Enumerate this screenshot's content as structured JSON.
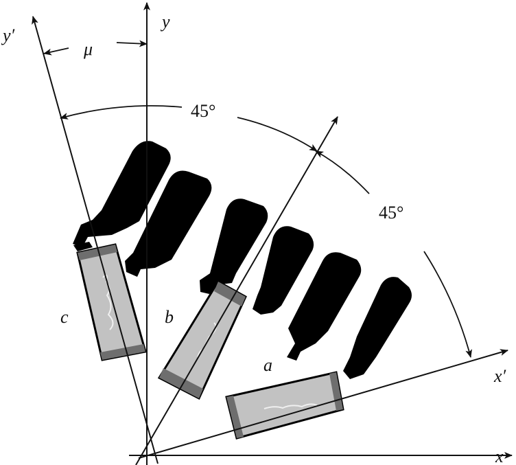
{
  "diagram": {
    "axes": {
      "x": "x",
      "y": "y",
      "x_prime": "x′",
      "y_prime": "y′"
    },
    "angle_mu": "μ",
    "angles": [
      "45°",
      "45°"
    ],
    "gauges": {
      "a": "a",
      "b": "b",
      "c": "c"
    }
  },
  "colors": {
    "ink": "#111111",
    "pad": "#000000",
    "grid_fill": "#c2c2c2",
    "grid_end": "#6e6e6e"
  }
}
